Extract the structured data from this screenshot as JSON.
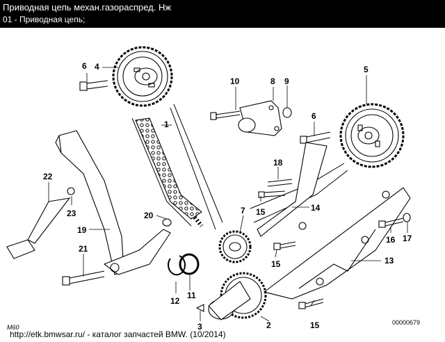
{
  "header": {
    "title": "Приводная цепь механ.газораспред. Нж",
    "subtitle": "01 - Приводная цепь;"
  },
  "diagram": {
    "part_labels": [
      "6",
      "4",
      "10",
      "8",
      "9",
      "5",
      "6",
      "1",
      "18",
      "15",
      "14",
      "22",
      "23",
      "20",
      "7",
      "19",
      "16",
      "17",
      "21",
      "15",
      "13",
      "12",
      "11",
      "3",
      "2",
      "15"
    ],
    "image_code_left": "M60",
    "image_code_right": "00000679"
  },
  "footer": {
    "source": "http://etk.bmwsar.ru/ - каталог запчастей BMW. (10/2014)"
  },
  "colors": {
    "header_bg": "#000000",
    "header_text": "#ffffff",
    "line": "#000000"
  }
}
